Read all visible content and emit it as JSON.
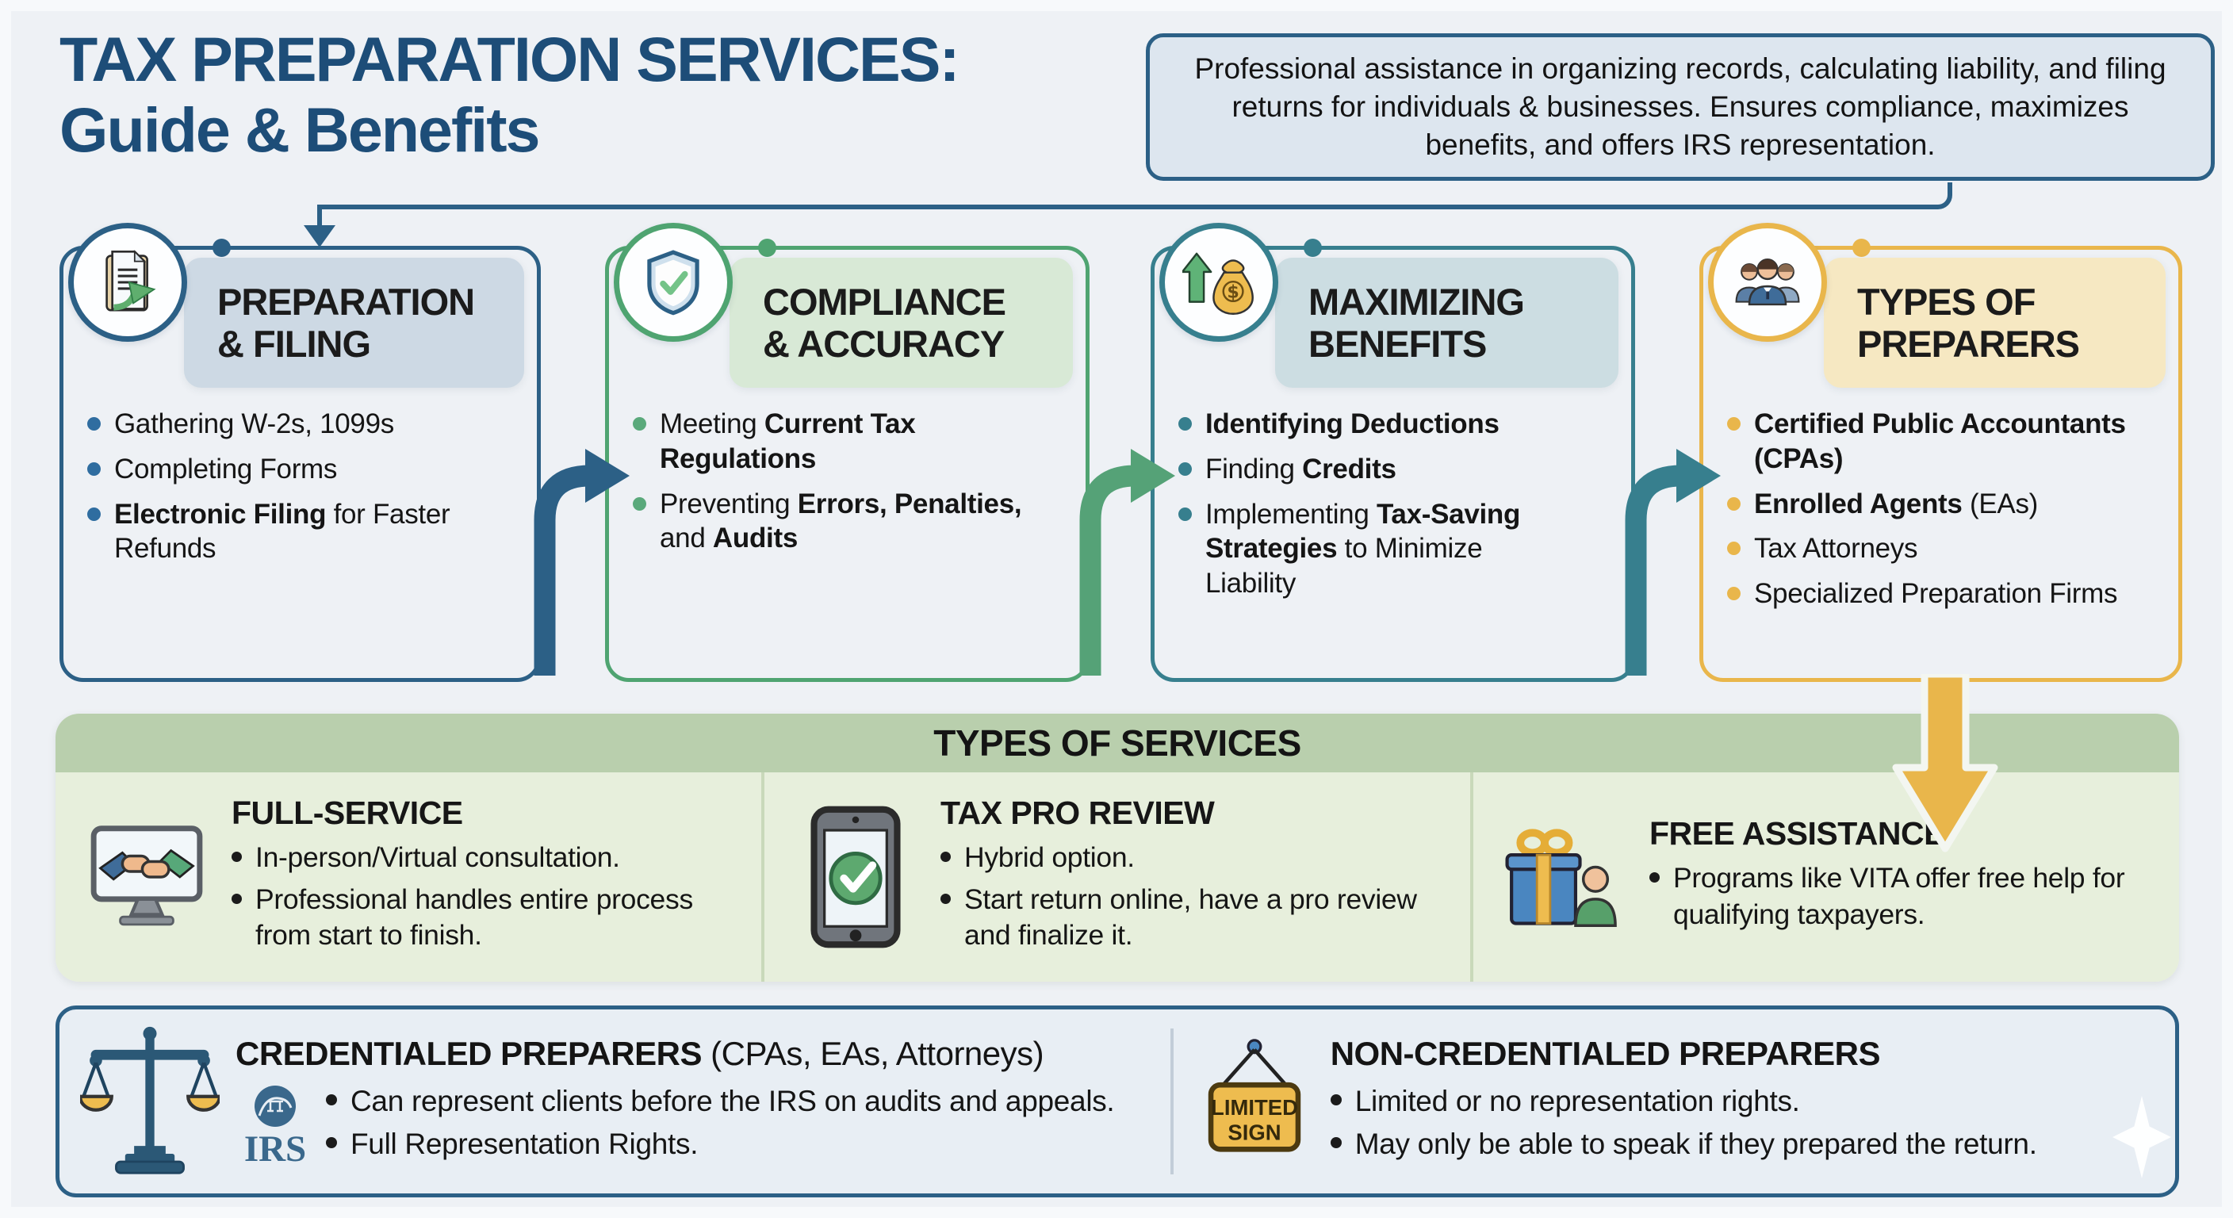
{
  "title": {
    "lines": [
      "TAX PREPARATION SERVICES:",
      "Guide & Benefits"
    ],
    "color": "#1d4d78"
  },
  "intro": {
    "text": "Professional assistance in organizing records, calculating liability, and filing returns for individuals & businesses. Ensures compliance, maximizes benefits, and offers IRS representation."
  },
  "colors": {
    "page_bg": "#eef1f5",
    "connector": "#2c6086",
    "flow_arrows": [
      "#2c6086",
      "#55a277",
      "#377f8e"
    ],
    "down_arrow": "#e9b64b",
    "services_header_bg": "#b9cfad",
    "services_body_bg": "#e7efdc"
  },
  "flow_boxes": [
    {
      "title_lines": [
        "PREPARATION",
        "& FILING"
      ],
      "icon": "document-arrow-icon",
      "colors": {
        "border": "#2c6086",
        "pill": "#cdd9e4",
        "bullet": "#2f6da0"
      },
      "bullets": [
        [
          {
            "text": "Gathering W-2s, 1099s",
            "bold": false
          }
        ],
        [
          {
            "text": "Completing Forms",
            "bold": false
          }
        ],
        [
          {
            "text": "Electronic Filing",
            "bold": true
          },
          {
            "text": " for Faster Refunds",
            "bold": false
          }
        ]
      ]
    },
    {
      "title_lines": [
        "COMPLIANCE",
        "& ACCURACY"
      ],
      "icon": "shield-check-icon",
      "colors": {
        "border": "#4fa471",
        "pill": "#d8e9d6",
        "bullet": "#5aa97b"
      },
      "bullets": [
        [
          {
            "text": "Meeting ",
            "bold": false
          },
          {
            "text": "Current Tax Regulations",
            "bold": true
          }
        ],
        [
          {
            "text": "Preventing ",
            "bold": false
          },
          {
            "text": "Errors, Penalties,",
            "bold": true
          },
          {
            "text": " and ",
            "bold": false
          },
          {
            "text": "Audits",
            "bold": true
          }
        ]
      ]
    },
    {
      "title_lines": [
        "MAXIMIZING",
        "BENEFITS"
      ],
      "icon": "money-growth-icon",
      "colors": {
        "border": "#377f8e",
        "pill": "#ccdde2",
        "bullet": "#377f8e"
      },
      "bullets": [
        [
          {
            "text": "Identifying Deductions",
            "bold": true
          }
        ],
        [
          {
            "text": "Finding ",
            "bold": false
          },
          {
            "text": "Credits",
            "bold": true
          }
        ],
        [
          {
            "text": "Implementing ",
            "bold": false
          },
          {
            "text": "Tax-Saving Strategies",
            "bold": true
          },
          {
            "text": " to Minimize Liability",
            "bold": false
          }
        ]
      ]
    },
    {
      "title_lines": [
        "TYPES OF",
        "PREPARERS"
      ],
      "icon": "preparers-group-icon",
      "colors": {
        "border": "#e9b64b",
        "pill": "#f6e8c2",
        "bullet": "#e9b64b"
      },
      "bullets": [
        [
          {
            "text": "Certified Public Accountants (CPAs)",
            "bold": true
          }
        ],
        [
          {
            "text": "Enrolled Agents",
            "bold": true
          },
          {
            "text": " (EAs)",
            "bold": false
          }
        ],
        [
          {
            "text": "Tax Attorneys",
            "bold": false
          }
        ],
        [
          {
            "text": "Specialized Preparation Firms",
            "bold": false
          }
        ]
      ]
    }
  ],
  "services": {
    "title": "TYPES OF SERVICES",
    "items": [
      {
        "heading": "FULL-SERVICE",
        "icon": "monitor-handshake-icon",
        "bullets": [
          [
            {
              "text": "In-person/Virtual consultation.",
              "bold": false
            }
          ],
          [
            {
              "text": "Professional handles entire process from start to finish.",
              "bold": false
            }
          ]
        ]
      },
      {
        "heading": "TAX PRO REVIEW",
        "icon": "phone-check-icon",
        "bullets": [
          [
            {
              "text": "Hybrid option.",
              "bold": false
            }
          ],
          [
            {
              "text": "Start return online, have a pro review and finalize it.",
              "bold": false
            }
          ]
        ]
      },
      {
        "heading": "FREE ASSISTANCE",
        "icon": "gift-person-icon",
        "bullets": [
          [
            {
              "text": "Programs like VITA offer free help for qualifying taxpayers.",
              "bold": false
            }
          ]
        ]
      }
    ]
  },
  "credentials": {
    "left": {
      "icon": "scales-icon",
      "irs_label": "IRS",
      "heading": [
        {
          "text": "CREDENTIALED PREPARERS",
          "bold": true
        },
        {
          "text": " (CPAs, EAs, Attorneys)",
          "bold": false
        }
      ],
      "bullets": [
        [
          {
            "text": "Can represent clients before the IRS on audits and appeals.",
            "bold": false
          }
        ],
        [
          {
            "text": "Full Representation Rights.",
            "bold": false
          }
        ]
      ]
    },
    "right": {
      "icon": "limited-sign-icon",
      "sign_lines": [
        "LIMITED",
        "SIGN"
      ],
      "heading": [
        {
          "text": "NON-CREDENTIALED PREPARERS",
          "bold": true
        }
      ],
      "bullets": [
        [
          {
            "text": "Limited or no representation rights.",
            "bold": false
          }
        ],
        [
          {
            "text": "May only be able to speak if they prepared the return.",
            "bold": false
          }
        ]
      ]
    }
  }
}
